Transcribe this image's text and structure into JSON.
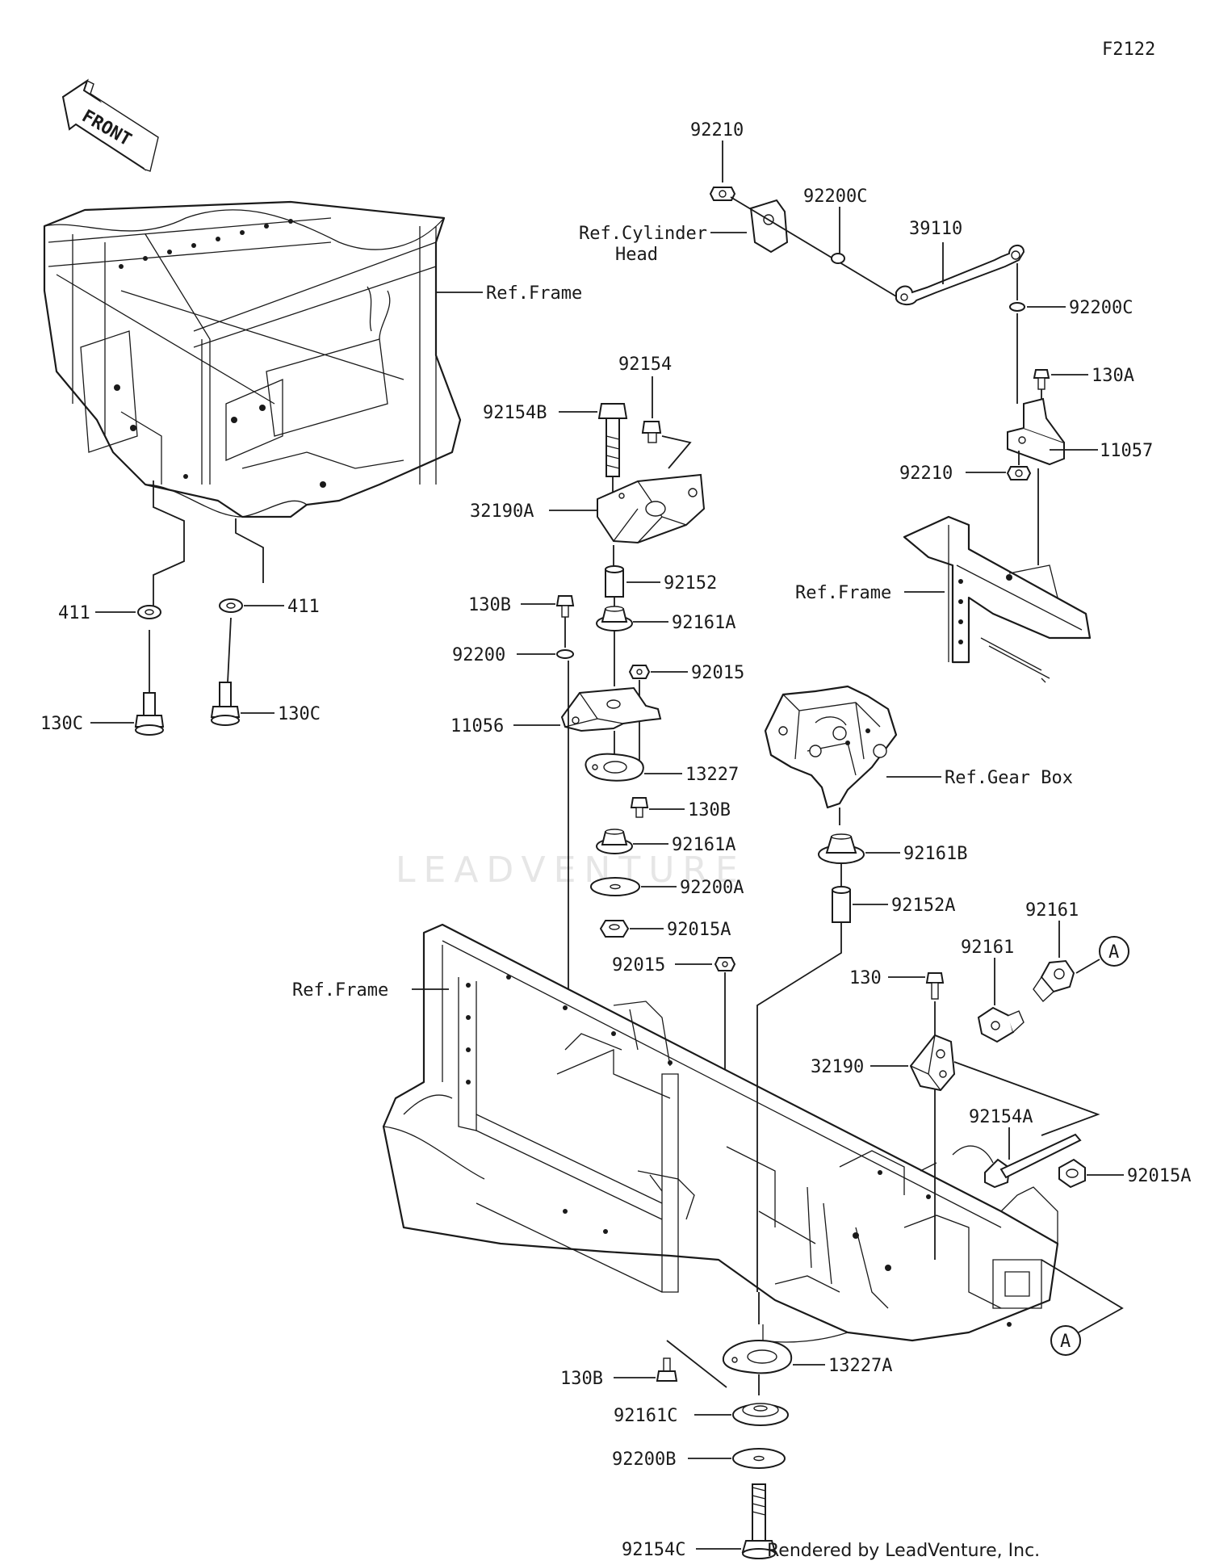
{
  "figure_id": "F2122",
  "front_arrow": {
    "text": "FRONT"
  },
  "watermark": "LEADVENTURE",
  "credit": "Rendered by LeadVenture, Inc.",
  "ref_labels": {
    "cylinder_head_line1": "Ref.Cylinder",
    "cylinder_head_line2": "Head",
    "frame_top_left": "Ref.Frame",
    "frame_right": "Ref.Frame",
    "frame_main": "Ref.Frame",
    "gear_box": "Ref.Gear Box"
  },
  "callout_A": "A",
  "parts": {
    "p92210_top": "92210",
    "p92200C_a": "92200C",
    "p39110": "39110",
    "p92200C_b": "92200C",
    "p130A": "130A",
    "p11057": "11057",
    "p92210_b": "92210",
    "p92154": "92154",
    "p92154B": "92154B",
    "p32190A": "32190A",
    "p92152": "92152",
    "p130B_a": "130B",
    "p92161A_a": "92161A",
    "p92200": "92200",
    "p92015_a": "92015",
    "p11056": "11056",
    "p13227": "13227",
    "p130B_b": "130B",
    "p92161A_b": "92161A",
    "p92200A": "92200A",
    "p92015A_a": "92015A",
    "p92015_b": "92015",
    "p411_a": "411",
    "p411_b": "411",
    "p130C_a": "130C",
    "p130C_b": "130C",
    "p92161B": "92161B",
    "p92152A": "92152A",
    "p92161_a": "92161",
    "p92161_b": "92161",
    "p130": "130",
    "p32190": "32190",
    "p92154A": "92154A",
    "p92015A_b": "92015A",
    "p13227A": "13227A",
    "p130B_c": "130B",
    "p92161C": "92161C",
    "p92200B": "92200B",
    "p92154C": "92154C"
  }
}
